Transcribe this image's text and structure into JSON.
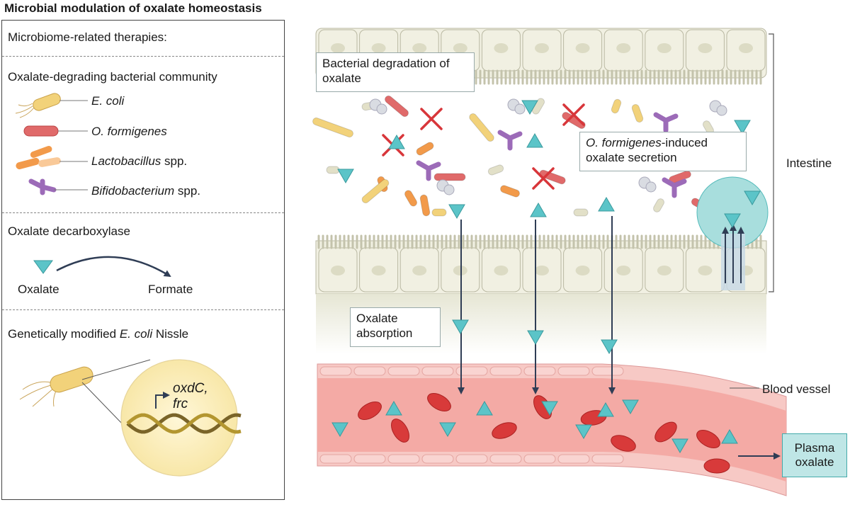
{
  "title": "Microbial modulation of oxalate homeostasis",
  "left_panel": {
    "heading": "Microbiome-related therapies:",
    "section1": {
      "title": "Oxalate-degrading bacterial community",
      "items": [
        {
          "italic": "E. coli",
          "rest": ""
        },
        {
          "italic": "O. formigenes",
          "rest": ""
        },
        {
          "italic": "Lactobacillus",
          "rest": " spp."
        },
        {
          "italic": "Bifidobacterium",
          "rest": " spp."
        }
      ]
    },
    "section2": {
      "title": "Oxalate decarboxylase",
      "from": "Oxalate",
      "to": "Formate"
    },
    "section3": {
      "title_prefix": "Genetically modified ",
      "title_italic": "E. coli",
      "title_suffix": " Nissle",
      "genes_line1": "oxdC,",
      "genes_line2": "frc"
    }
  },
  "diagram": {
    "callout_degradation": "Bacterial degradation of oxalate",
    "callout_secretion_italic": "O. formigenes",
    "callout_secretion_rest": "-induced oxalate secretion",
    "callout_absorption": "Oxalate absorption",
    "label_intestine": "Intestine",
    "label_blood_vessel": "Blood vessel",
    "plasma_oxalate": "Plasma oxalate"
  },
  "colors": {
    "oxalate": "#5bc4c8",
    "ecoli": "#f2d27a",
    "oformigenes": "#e06a6a",
    "lactobacillus": "#f29a4a",
    "bifido": "#9c6bb8",
    "epithelium": "#f1f0e2",
    "vessel": "#f4b6b2",
    "rbc": "#d83a3a",
    "arrow": "#2f3d55"
  }
}
